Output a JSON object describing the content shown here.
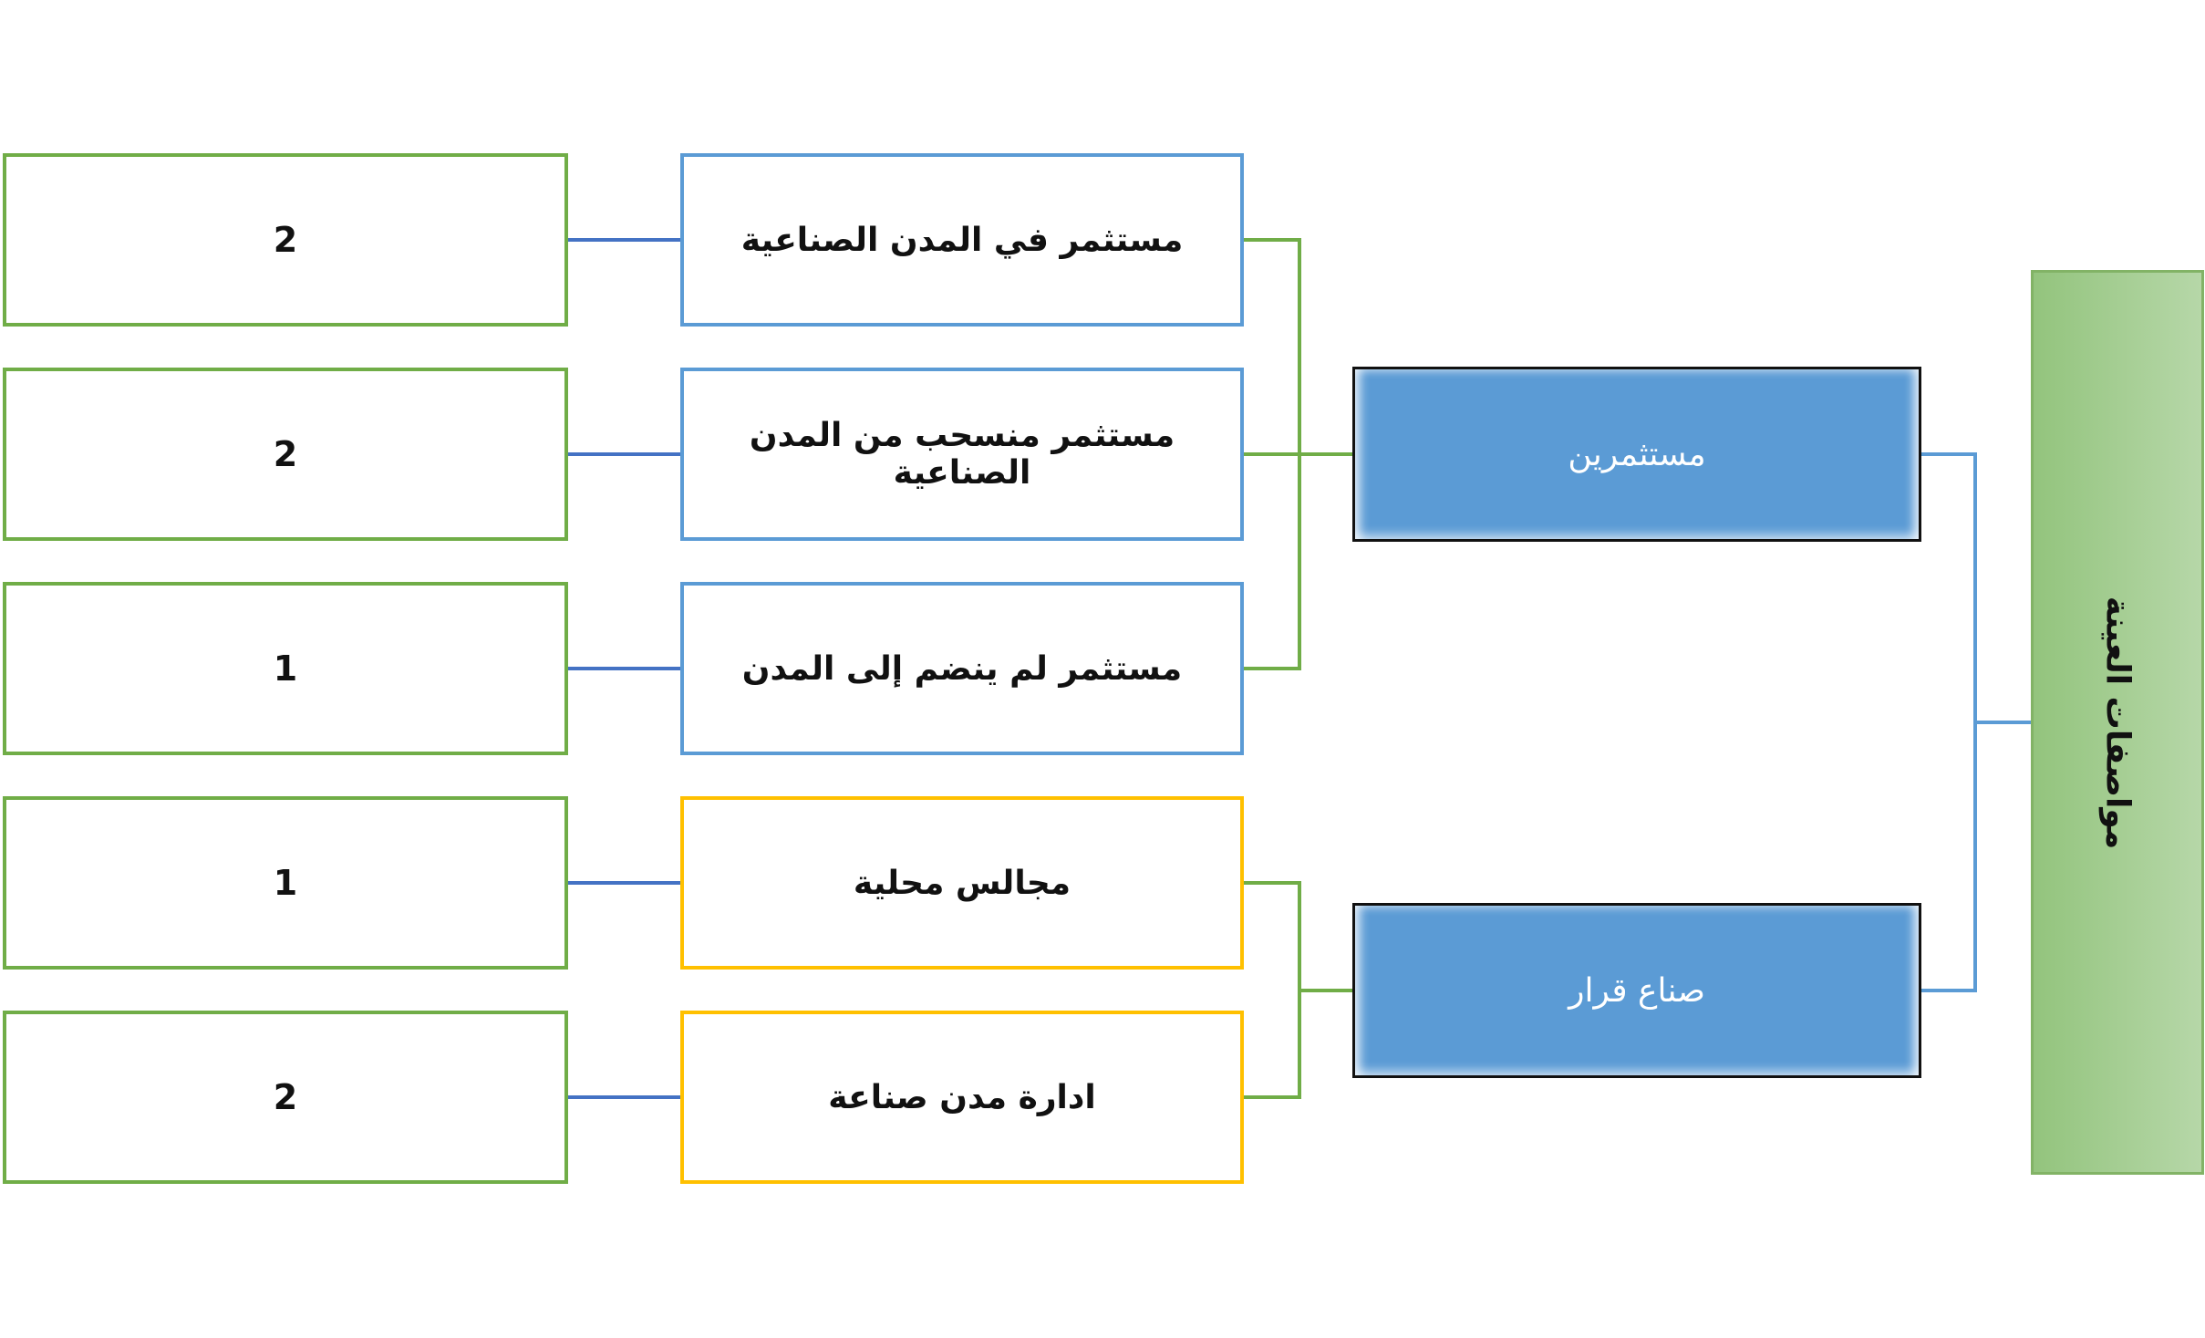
{
  "colors": {
    "count_border": "#70ad47",
    "item_blue_border": "#5b9bd5",
    "item_yellow_border": "#ffc000",
    "group_fill": "#5b9bd5",
    "root_fill": "#a9d08e",
    "connector_blue": "#4472c4",
    "connector_green": "#70ad47",
    "connector_lightblue": "#5b9bd5"
  },
  "root": {
    "label": "مواصفات العينة"
  },
  "groups": [
    {
      "label": "مستثمرين",
      "items": [
        {
          "label": "مستثمر في المدن الصناعية",
          "count": "2"
        },
        {
          "label": "مستثمر منسحب من المدن الصناعية",
          "count": "2"
        },
        {
          "label": "مستثمر لم ينضم إلى المدن",
          "count": "1"
        }
      ]
    },
    {
      "label": "صناع قرار",
      "items": [
        {
          "label": "مجالس محلية",
          "count": "1"
        },
        {
          "label": "ادارة مدن صناعة",
          "count": "2"
        }
      ]
    }
  ]
}
